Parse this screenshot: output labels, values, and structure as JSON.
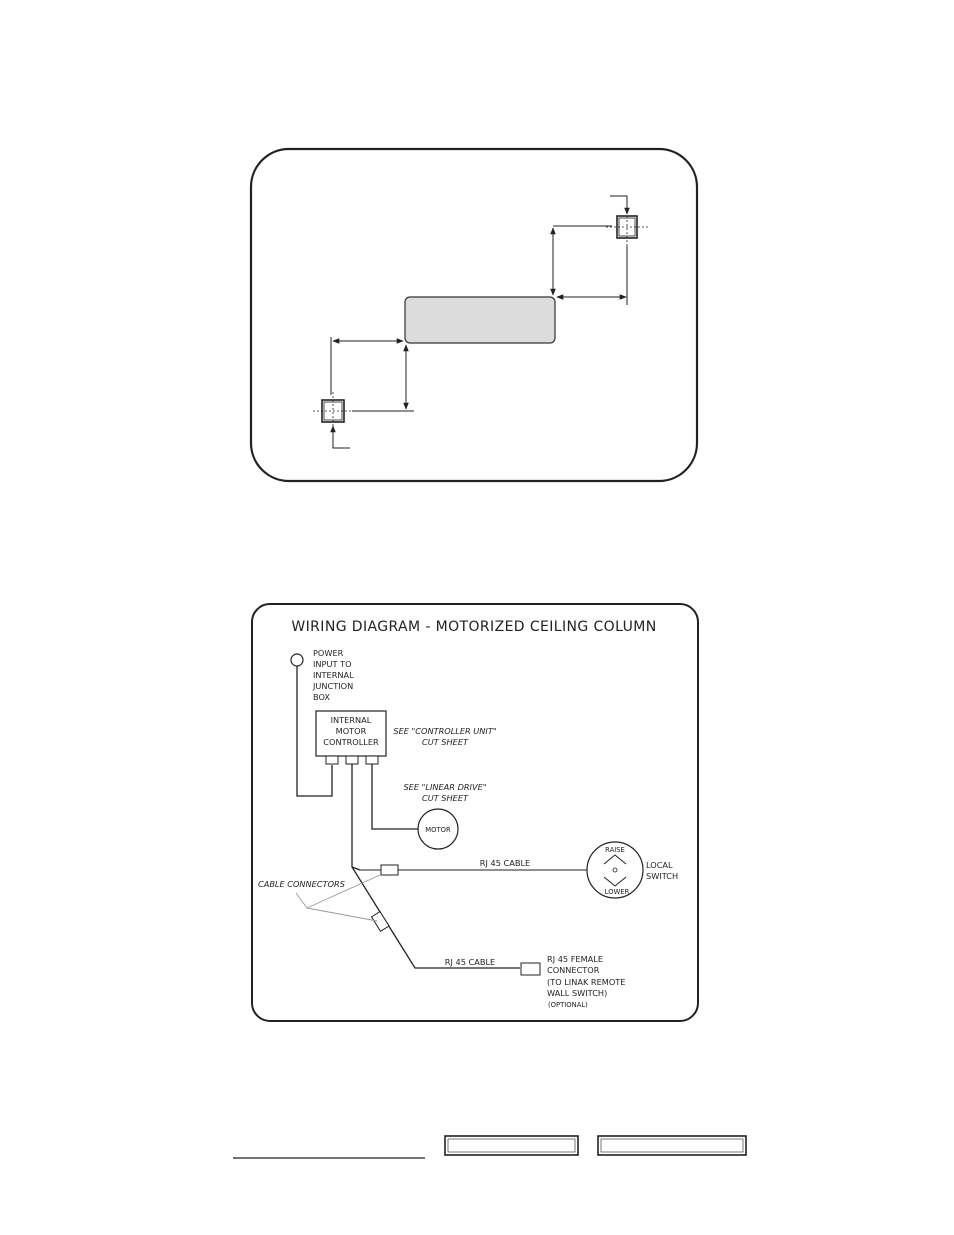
{
  "wiring": {
    "title": "WIRING DIAGRAM - MOTORIZED CEILING COLUMN",
    "power_input": [
      "POWER",
      "INPUT TO",
      "INTERNAL",
      "JUNCTION",
      "BOX"
    ],
    "controller": [
      "INTERNAL",
      "MOTOR",
      "CONTROLLER"
    ],
    "controller_ref": [
      "SEE \"CONTROLLER UNIT\"",
      "CUT SHEET"
    ],
    "drive_ref": [
      "SEE \"LINEAR DRIVE\"",
      "CUT SHEET"
    ],
    "motor_label": "MOTOR",
    "cable_connectors_label": "CABLE CONNECTORS",
    "rj45_cable_upper": "RJ 45 CABLE",
    "rj45_cable_lower": "RJ 45 CABLE",
    "switch_raise": "RAISE",
    "switch_lower": "LOWER",
    "local_switch": [
      "LOCAL",
      "SWITCH"
    ],
    "female_connector": [
      "RJ 45 FEMALE",
      "CONNECTOR",
      "(TO LINAK REMOTE",
      "WALL SWITCH)"
    ],
    "optional": "(OPTIONAL)"
  }
}
